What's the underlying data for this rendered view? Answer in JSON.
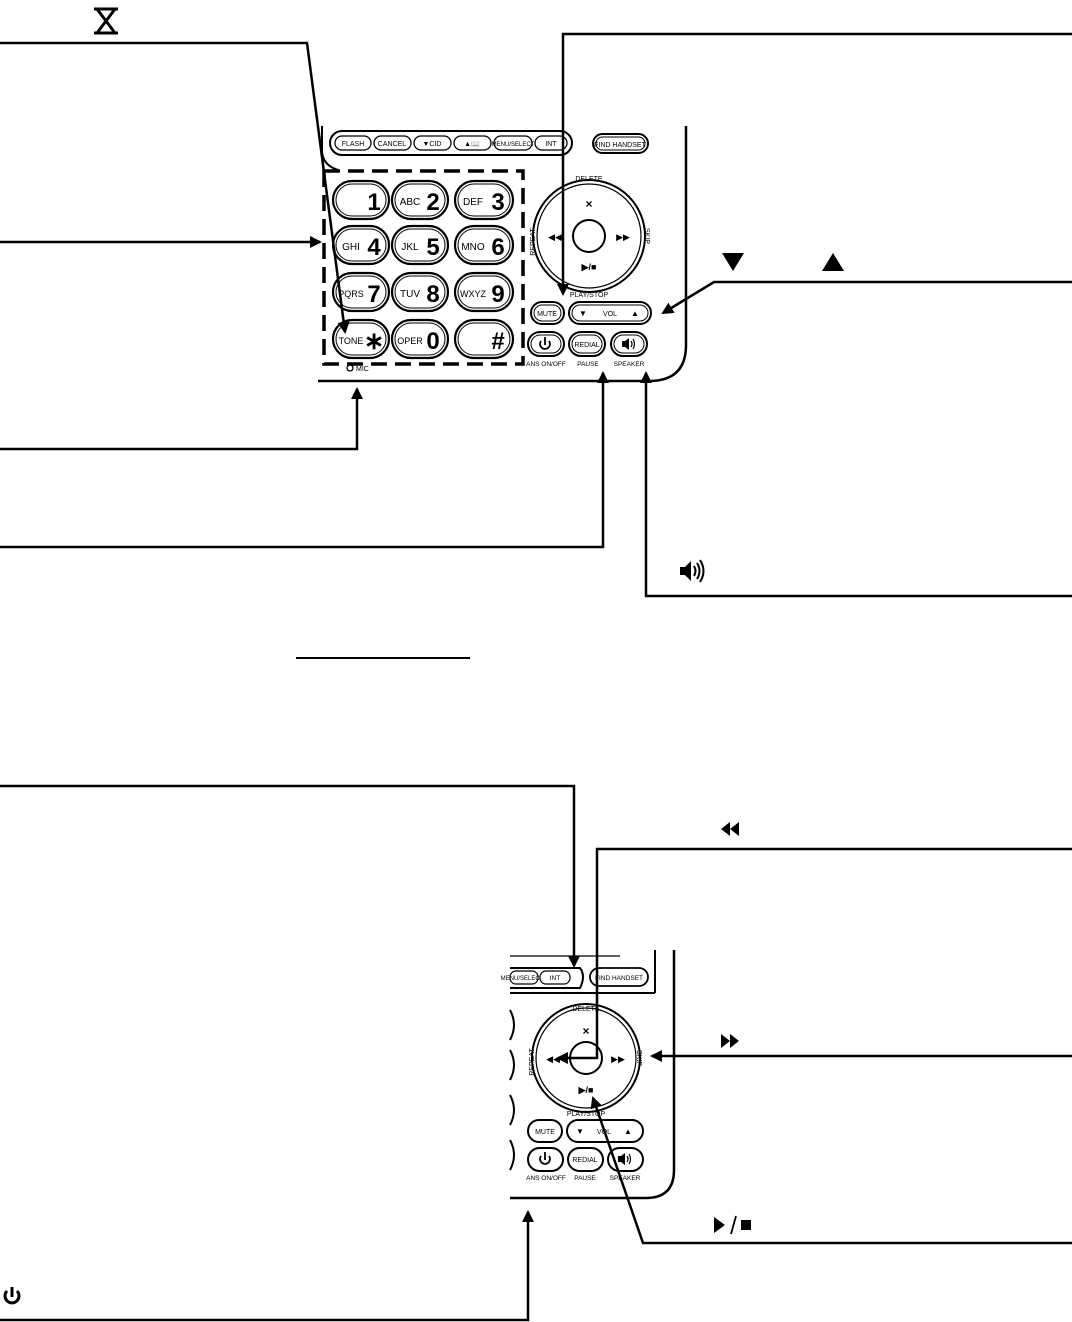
{
  "upper": {
    "soft_keys": [
      "FLASH",
      "CANCEL",
      "▼CID",
      "▲📖",
      "MENU/SELECT",
      "INT"
    ],
    "find_handset": "FIND HANDSET",
    "keypad": [
      {
        "letters": "",
        "digit": "1"
      },
      {
        "letters": "ABC",
        "digit": "2"
      },
      {
        "letters": "DEF",
        "digit": "3"
      },
      {
        "letters": "GHI",
        "digit": "4"
      },
      {
        "letters": "JKL",
        "digit": "5"
      },
      {
        "letters": "MNO",
        "digit": "6"
      },
      {
        "letters": "PQRS",
        "digit": "7"
      },
      {
        "letters": "TUV",
        "digit": "8"
      },
      {
        "letters": "WXYZ",
        "digit": "9"
      },
      {
        "letters": "TONE",
        "digit": "∗"
      },
      {
        "letters": "OPER",
        "digit": "0"
      },
      {
        "letters": "",
        "digit": "#"
      }
    ],
    "mic_label": "MIC",
    "nav_labels": {
      "delete": "DELETE",
      "repeat": "REPEAT",
      "skip": "SKIP",
      "play_stop": "PLAY/STOP"
    },
    "mute": "MUTE",
    "vol": "VOL",
    "redial": "REDIAL",
    "ans_label": "ANS ON/OFF",
    "pause_label": "PAUSE",
    "speaker_label": "SPEAKER"
  },
  "lower": {
    "soft_keys": [
      "MENU/SELECT",
      "INT"
    ],
    "find_handset": "FIND HANDSET",
    "nav_labels": {
      "delete": "DELETE",
      "repeat": "REPEAT",
      "skip": "SKIP",
      "play_stop": "PLAY/STOP"
    },
    "mute": "MUTE",
    "vol": "VOL",
    "redial": "REDIAL",
    "ans_label": "ANS ON/OFF",
    "pause_label": "PAUSE",
    "speaker_label": "SPEAKER"
  },
  "callout_icons": {
    "tone_star": "star-icon",
    "vol_down": "triangle-down-icon",
    "vol_up": "triangle-up-icon",
    "speaker": "speaker-icon",
    "repeat": "rewind-icon",
    "skip": "fast-forward-icon",
    "play_stop": "play-stop-icon",
    "power": "power-icon"
  }
}
